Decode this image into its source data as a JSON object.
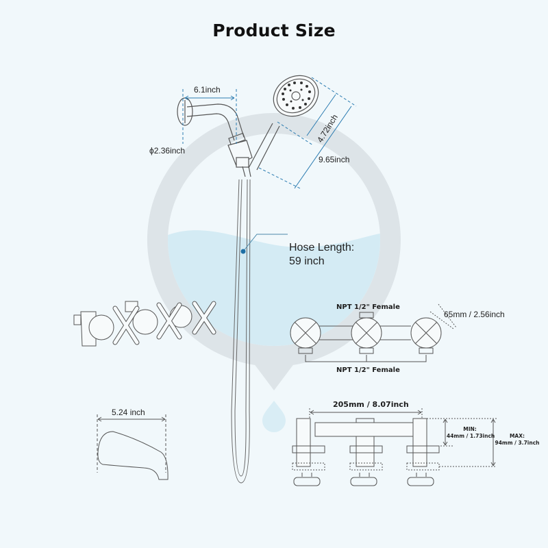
{
  "title": "Product Size",
  "colors": {
    "background": "#f1f8fb",
    "ring": "#dde4e8",
    "water": "#d4ebf4",
    "dimension_line": "#2a7bb0",
    "outline": "#555555"
  },
  "shower_arm": {
    "length_label": "6.1inch",
    "flange_diameter_label": "ϕ2.36inch"
  },
  "hand_shower": {
    "head_diameter_label": "4.72inch",
    "total_length_label": "9.65inch"
  },
  "hose": {
    "label_line1": "Hose Length:",
    "label_line2": "59 inch"
  },
  "valve_top_view": {
    "top_port_label": "NPT 1/2\" Female",
    "bottom_port_label": "NPT 1/2\" Female",
    "escutcheon_label": "65mm / 2.56inch"
  },
  "tub_spout": {
    "length_label": "5.24 inch"
  },
  "valve_side_view": {
    "center_distance_label": "205mm / 8.07inch",
    "min_label_title": "MIN:",
    "min_label_value": "44mm / 1.73inch",
    "max_label_title": "MAX:",
    "max_label_value": "94mm / 3.7inch"
  }
}
